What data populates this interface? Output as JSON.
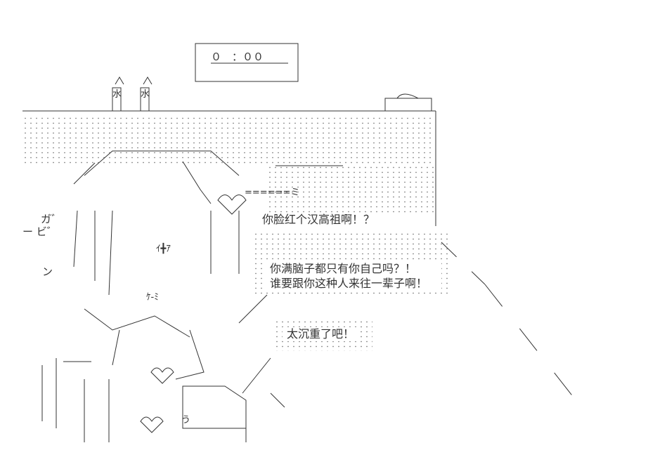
{
  "timer": {
    "display": "０　：００"
  },
  "bottles": {
    "label": "水"
  },
  "sounds": {
    "ga": "ガ゛",
    "bi": "ー ビ゛",
    "n": "ン"
  },
  "dialogue": {
    "line1": "你脸红个汉高祖啊！？",
    "line2": "你满脑子都只有你自己吗？！",
    "line3": "谁要跟你这种人来往一辈子啊！",
    "line4": "太沉重了吧！"
  },
  "art": {
    "pillars": "ｲ╋ｱ",
    "ke": "ｹ-ﾐ",
    "equals": "======ミ",
    "u": "う"
  }
}
